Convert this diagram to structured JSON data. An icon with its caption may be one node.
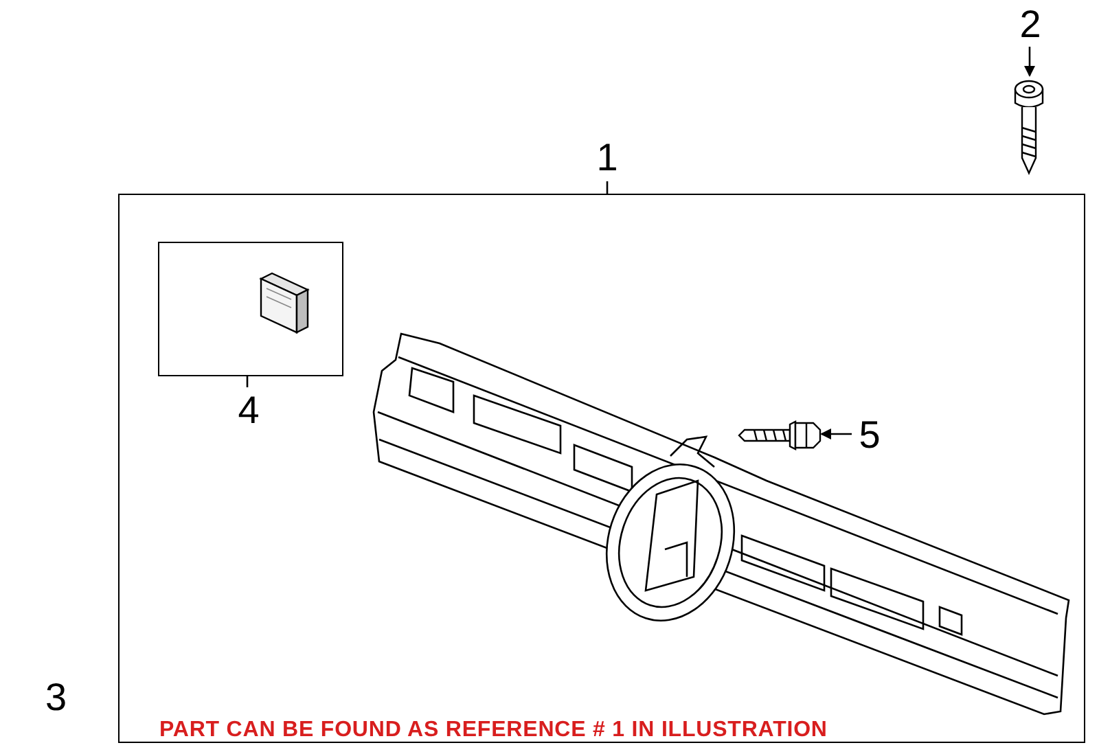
{
  "diagram": {
    "nodes": [
      {
        "text": [
          "1"
        ]
      },
      {
        "text": [],
        "shape": "box"
      },
      {
        "text": [
          "2"
        ]
      },
      {
        "text": [],
        "shape": "picture"
      },
      {
        "text": [],
        "shape": "box",
        "in": 1
      },
      {
        "text": [
          "4"
        ],
        "in": 1
      },
      {
        "text": [],
        "shape": "picture",
        "in": 4
      },
      {
        "text": [
          "5"
        ],
        "in": 1
      },
      {
        "text": [],
        "shape": "picture",
        "in": 1
      }
    ],
    "edges": [
      {
        "from": 0,
        "to": 1,
        "arrow": "none"
      },
      {
        "from": 2,
        "to": 3,
        "arrow": "to"
      },
      {
        "from": 5,
        "to": 4,
        "arrow": "none"
      },
      {
        "from": 7,
        "to": 8,
        "arrow": "to"
      }
    ],
    "labels": [
      "3",
      "PART CAN BE FOUND AS REFERENCE # 1 IN ILLUSTRATION"
    ]
  }
}
